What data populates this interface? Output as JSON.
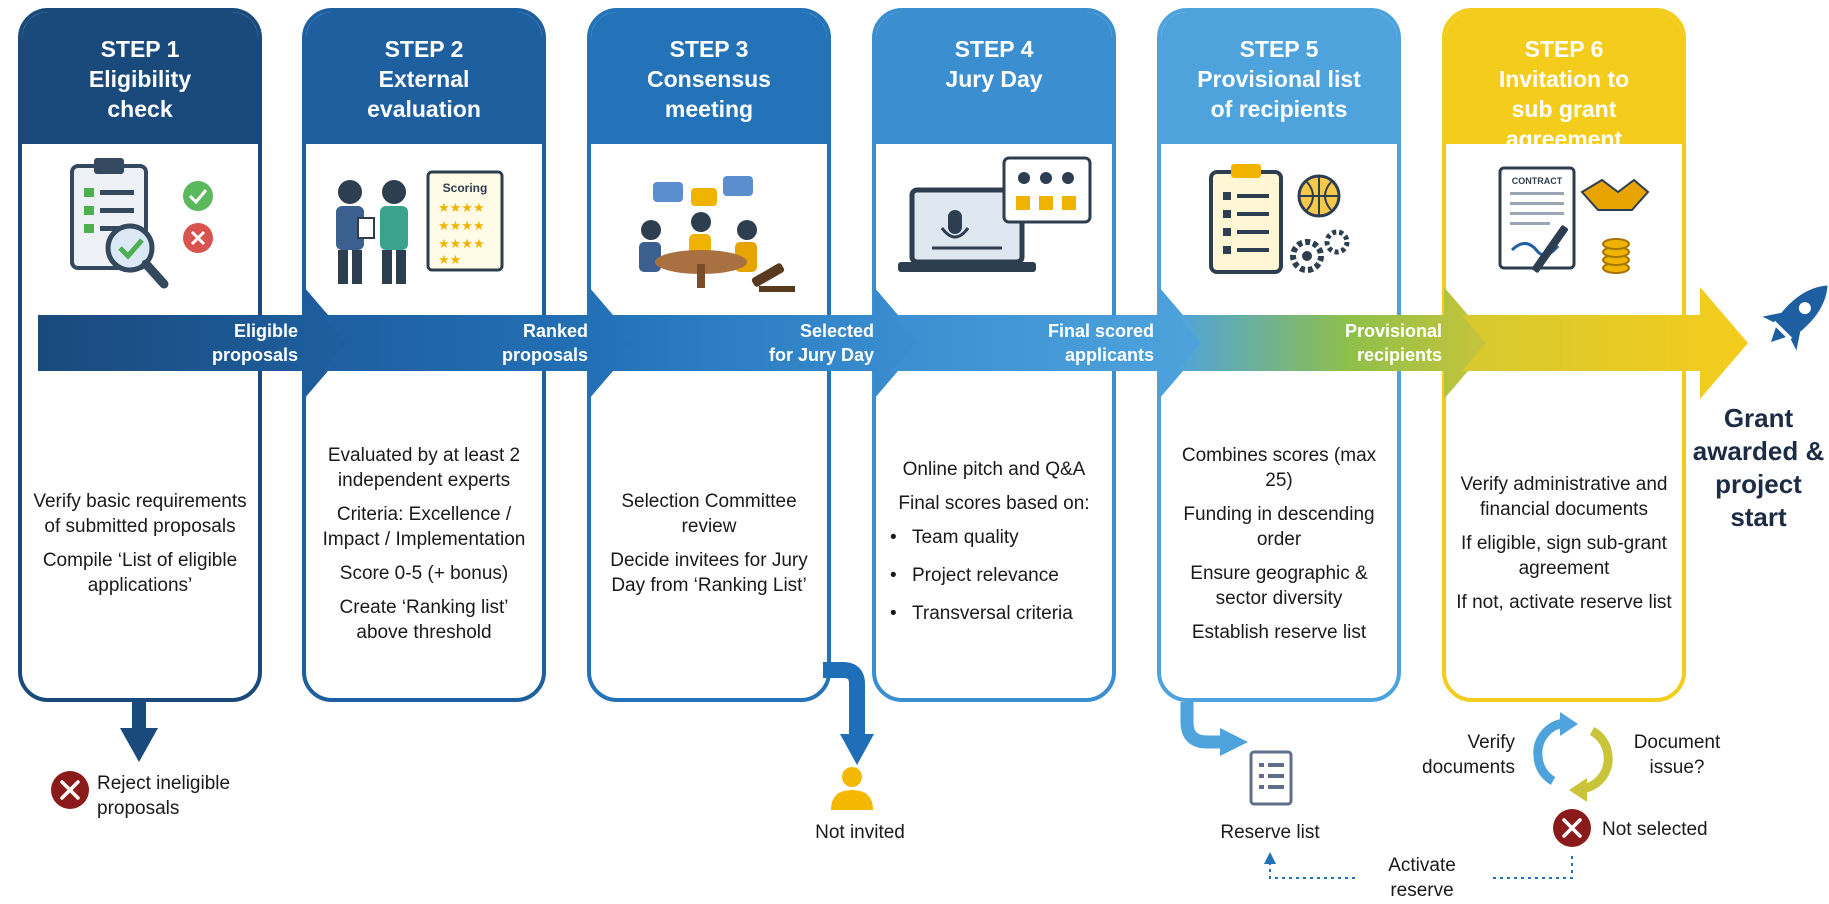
{
  "steps": [
    {
      "step": "STEP 1",
      "title": [
        "Eligibility",
        "check"
      ],
      "color": "#1a4a7c",
      "paragraphs": [
        "Verify basic requirements of submitted proposals",
        "Compile ‘List of eligible applications’"
      ]
    },
    {
      "step": "STEP 2",
      "title": [
        "External",
        "evaluation"
      ],
      "color": "#1e5fa0",
      "paragraphs": [
        "Evaluated by at least 2 independent experts",
        "Criteria: Excellence / Impact / Implementation",
        "Score 0-5 (+ bonus)",
        "Create ‘Ranking list’ above threshold"
      ],
      "illustration_text": "Scoring"
    },
    {
      "step": "STEP 3",
      "title": [
        "Consensus",
        "meeting"
      ],
      "color": "#2473b9",
      "paragraphs": [
        "Selection Committee review",
        "Decide invitees for Jury Day from ‘Ranking List’"
      ]
    },
    {
      "step": "STEP 4",
      "title": [
        "Jury Day"
      ],
      "color": "#3b8fd1",
      "paragraphs": [
        "Online pitch and Q&A",
        "Final scores based on:"
      ],
      "bullets": [
        "Team quality",
        "Project relevance",
        "Transversal criteria"
      ]
    },
    {
      "step": "STEP 5",
      "title": [
        "Provisional list",
        "of recipients"
      ],
      "color": "#4fa3dc",
      "paragraphs": [
        "Combines scores (max 25)",
        "Funding in descending order",
        "Ensure geographic & sector diversity",
        "Establish reserve list"
      ]
    },
    {
      "step": "STEP 6",
      "title": [
        "Invitation to",
        "sub grant",
        "agreement"
      ],
      "color": "#f4cc1c",
      "paragraphs": [
        "Verify administrative and financial documents",
        "If eligible, sign sub-grant agreement",
        "If not, activate reserve list"
      ],
      "illustration_text": "CONTRACT"
    }
  ],
  "arrow_labels": [
    [
      "Eligible",
      "proposals"
    ],
    [
      "Ranked",
      "proposals"
    ],
    [
      "Selected",
      "for Jury Day"
    ],
    [
      "Final scored",
      "applicants"
    ],
    [
      "Provisional",
      "recipients"
    ]
  ],
  "final_outcome": "Grant awarded & project start",
  "outcomes": {
    "reject": "Reject ineligible proposals",
    "not_invited": "Not invited",
    "reserve_list": "Reserve list",
    "verify_documents": "Verify documents",
    "document_issue": "Document issue?",
    "not_selected": "Not selected",
    "activate_reserve": "Activate reserve"
  },
  "colors": {
    "dark_navy": "#1a4a7c",
    "reject_red": "#8b1a1a",
    "yellow": "#f4cc1c",
    "person_yellow": "#f5b800"
  }
}
